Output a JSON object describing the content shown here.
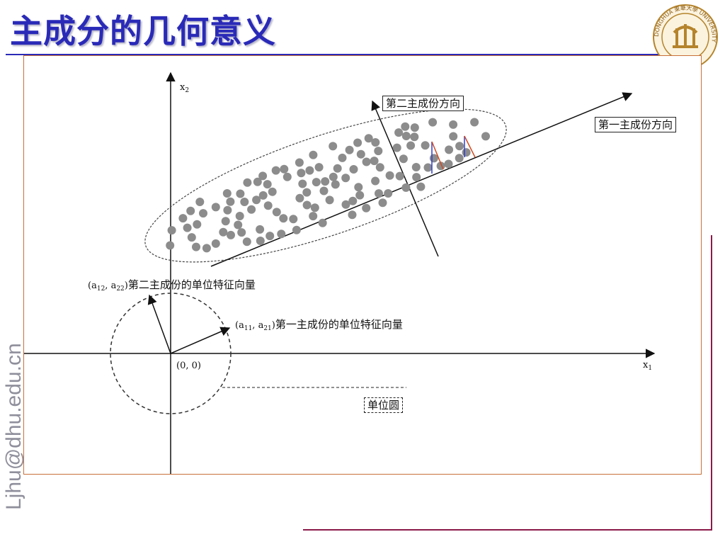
{
  "slide": {
    "title": "主成分的几何意义",
    "watermark": "Ljhu@dhu.edu.cn"
  },
  "logo": {
    "text": "DONGHUA 東華大學 UNIVERSITY",
    "colors": {
      "ring": "#b5842c",
      "fill": "#fbf3de"
    }
  },
  "diagram": {
    "x1_label": "x",
    "x1_sub": "1",
    "x2_label": "x",
    "x2_sub": "2",
    "origin_label": "(0, 0)",
    "pc1_direction": "第一主成份方向",
    "pc2_direction": "第二主成份方向",
    "pc1_vector": {
      "a": "a",
      "i1": "11",
      "a2": "a",
      "i2": "21",
      "text": "第一主成份的单位特征向量"
    },
    "pc2_vector": {
      "a": "a",
      "i1": "12",
      "a2": "a",
      "i2": "22",
      "text": "第二主成份的单位特征向量"
    },
    "unit_circle": "单位圆",
    "colors": {
      "points": "#8c8c8c",
      "axes": "#111111",
      "projection_blue": "#2f3fcf",
      "projection_red": "#d24a1e"
    }
  }
}
